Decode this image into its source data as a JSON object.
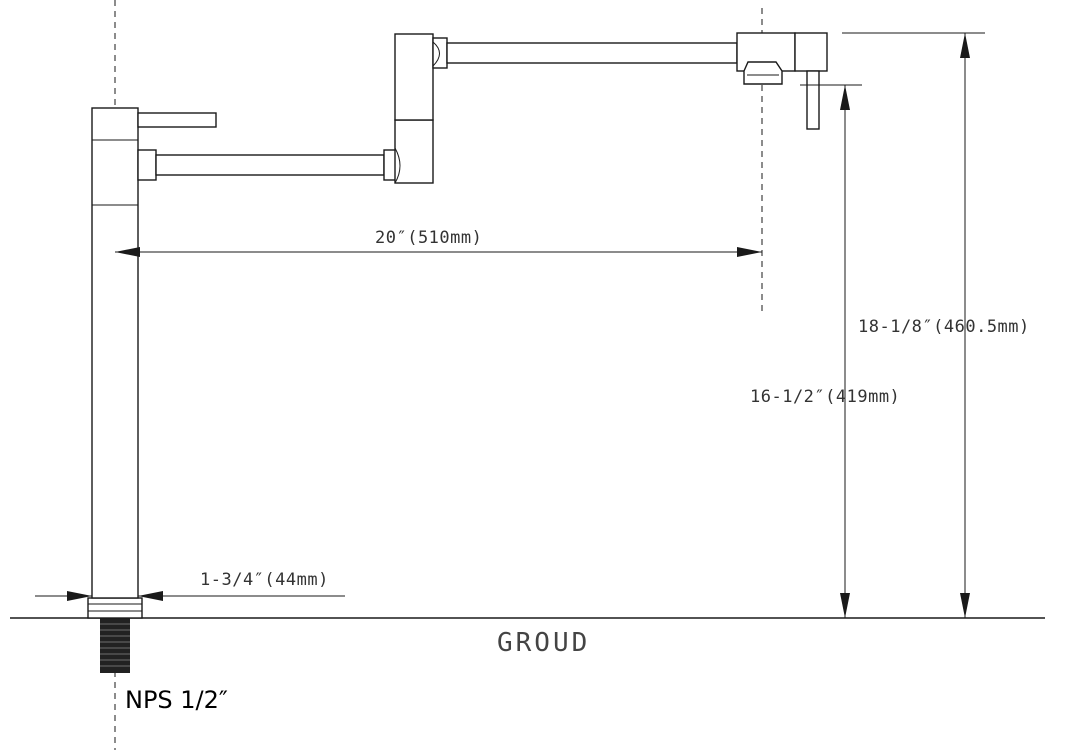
{
  "dimensions": {
    "reach": "20″(510mm)",
    "total_height": "18-1/8″(460.5mm)",
    "spout_height": "16-1/2″(419mm)",
    "base_diameter": "1-3/4″(44mm)"
  },
  "ground_label": "GROUD",
  "thread_label": "NPS 1/2″",
  "colors": {
    "line": "#1a1a1a",
    "thread": "#222222"
  }
}
